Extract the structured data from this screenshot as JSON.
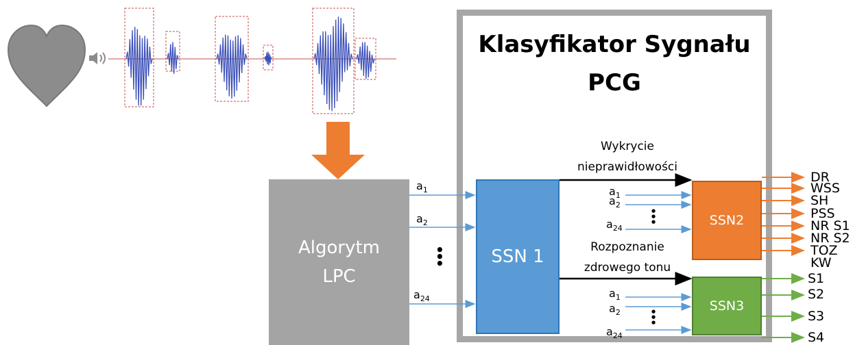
{
  "title": {
    "line1": "Klasyfikator Sygnału",
    "line2": "PCG"
  },
  "boxes": {
    "lpc_line1": "Algorytm",
    "lpc_line2": "LPC",
    "ssn1": "SSN 1",
    "ssn2": "SSN2",
    "ssn3": "SSN3"
  },
  "inputs": {
    "a1": "a",
    "a1_sub": "1",
    "a2": "a",
    "a2_sub": "2",
    "a24": "a",
    "a24_sub": "24"
  },
  "arrow_labels": {
    "detection_line1": "Wykrycie",
    "detection_line2": "nieprawidłowości",
    "recognition_line1": "Rozpoznanie",
    "recognition_line2": "zdrowego tonu"
  },
  "ssn2_outputs": [
    "DR",
    "WSS",
    "SH",
    "PSS",
    "NR S1",
    "NR S2",
    "TOZ",
    "KW"
  ],
  "ssn3_outputs": [
    "S1",
    "S2",
    "S3",
    "S4"
  ],
  "colors": {
    "heart": "#8c8c8c",
    "lpc": "#a4a4a4",
    "ssn1": "#5b9bd5",
    "ssn2": "#ed7d31",
    "ssn3": "#70ad47",
    "frame": "#a6a6a6",
    "big_arrow": "#ed7d31"
  },
  "icons": [
    "heart-icon",
    "speaker-icon",
    "waveform"
  ]
}
